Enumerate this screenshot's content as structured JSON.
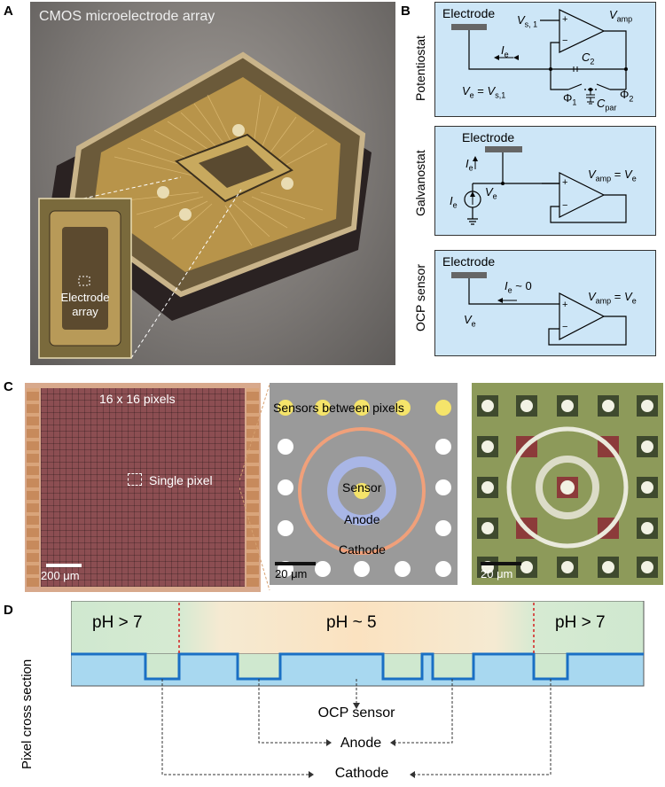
{
  "panels": {
    "a": "A",
    "b": "B",
    "c": "C",
    "d": "D"
  },
  "panel_a": {
    "title": "CMOS microelectrode array",
    "inset_label_line1": "Electrode",
    "inset_label_line2": "array"
  },
  "panel_b": {
    "potentiostat": {
      "side_label": "Potentiostat",
      "electrode": "Electrode",
      "vs1": "V",
      "vs1_sub": "s, 1",
      "vamp": "V",
      "vamp_sub": "amp",
      "ie": "I",
      "ie_sub": "e",
      "c2": "C",
      "c2_sub": "2",
      "ve_eq_lhs": "V",
      "ve_eq_lhs_sub": "e",
      "ve_eq_mid": " = ",
      "ve_eq_rhs": "V",
      "ve_eq_rhs_sub": "s,1",
      "phi1": "Φ",
      "phi1_sub": "1",
      "phi2": "Φ",
      "phi2_sub": "2",
      "cpar": "C",
      "cpar_sub": "par",
      "plus": "+",
      "minus": "−"
    },
    "galvanostat": {
      "side_label": "Galvanostat",
      "electrode": "Electrode",
      "ie": "I",
      "ie_sub": "e",
      "ie_src": "I",
      "ie_src_sub": "e",
      "ve": "V",
      "ve_sub": "e",
      "vamp": "V",
      "vamp_sub": "amp",
      "eq": " = ",
      "ve2": "V",
      "ve2_sub": "e",
      "plus": "+",
      "minus": "−"
    },
    "ocp": {
      "side_label": "OCP sensor",
      "electrode": "Electrode",
      "ie": "I",
      "ie_sub": "e",
      "ie_tail": " ~ 0",
      "ve": "V",
      "ve_sub": "e",
      "vamp": "V",
      "vamp_sub": "amp",
      "eq": " = ",
      "ve2": "V",
      "ve2_sub": "e",
      "plus": "+",
      "minus": "−"
    }
  },
  "panel_c": {
    "left": {
      "pixels": "16 x 16 pixels",
      "single_pixel": "Single pixel",
      "scale": "200 μm"
    },
    "middle": {
      "sensors_between": "Sensors between pixels",
      "sensor": "Sensor",
      "anode": "Anode",
      "cathode": "Cathode",
      "scale": "20 μm"
    },
    "right": {
      "scale": "20 μm"
    }
  },
  "panel_d": {
    "side_label": "Pixel cross section",
    "ph_left": "pH > 7",
    "ph_mid": "pH ~ 5",
    "ph_right": "pH > 7",
    "ocp": "OCP sensor",
    "anode": "Anode",
    "cathode": "Cathode"
  },
  "colors": {
    "circuit_bg": "#cde6f7",
    "cathode_ring": "#f0a07a",
    "anode_ring": "#a9b6e6",
    "sensor_dot": "#f5e46a",
    "electrode_line": "#1a6fc4",
    "acid_dash": "#d42020"
  }
}
